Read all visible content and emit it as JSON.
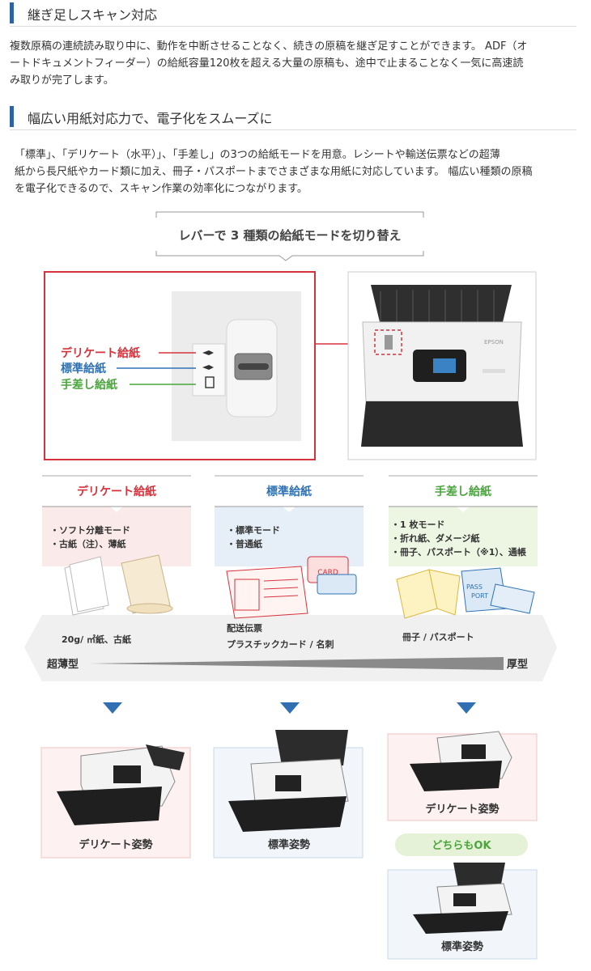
{
  "section1": {
    "heading": "継ぎ足しスキャン対応",
    "lines": [
      "複数原稿の連続読み取り中に、動作を中断させることなく、続きの原稿を継ぎ足すことができます。 ADF（オ",
      "ートドキュメントフィーダー）の給紙容量120枚を超える大量の原稿も、途中で止まることなく一気に高速読",
      "み取りが完了します。"
    ]
  },
  "section2": {
    "heading": "幅広い用紙対応力で、電子化をスムーズに",
    "lines": [
      "「標準」、「デリケート（水平）」、「手差し」の3つの給紙モードを用意。レシートや輸送伝票などの超薄",
      "紙から長尺紙やカード類に加え、冊子・パスポートまでさまざまな用紙に対応しています。 幅広い種類の原稿",
      "を電子化できるので、スキャン作業の効率化につながります。"
    ]
  },
  "figure": {
    "title": "レバーで 3 種類の給紙モードを切り替え",
    "lever_labels": {
      "delicate": "デリケート給紙",
      "standard": "標準給紙",
      "manual": "手差し給紙"
    },
    "scanner_brand": "EPSON",
    "columns": [
      {
        "heading": "デリケート給紙",
        "bullets": [
          "・ソフト分離モード",
          "・古紙（注）、薄紙"
        ],
        "media": "20g/ ㎡紙、古紙",
        "media2": ""
      },
      {
        "heading": "標準給紙",
        "bullets": [
          "・標準モード",
          "・普通紙"
        ],
        "media": "配送伝票",
        "media2": "プラスチックカード / 名刺"
      },
      {
        "heading": "手差し給紙",
        "bullets": [
          "・1 枚モード",
          "・折れ紙、ダメージ紙",
          "・冊子、パスポート（※1）、通帳"
        ],
        "media": "冊子 / パスポート",
        "media2": ""
      }
    ],
    "card_label": "CARD",
    "passport_label_1": "PASS",
    "passport_label_2": "PORT",
    "scale_left": "超薄型",
    "scale_right": "厚型",
    "postures": {
      "delicate_left": "デリケート姿勢",
      "standard_mid": "標準姿勢",
      "delicate_right": "デリケート姿勢",
      "both_ok": "どちらもOK",
      "standard_right": "標準姿勢"
    },
    "colors": {
      "red": "#d6323c",
      "blue": "#2f73b5",
      "green": "#4aa53c",
      "pink_bg": "#fbeaea",
      "blue_bg": "#e6eff7",
      "green_bg": "#edf5e3"
    }
  }
}
